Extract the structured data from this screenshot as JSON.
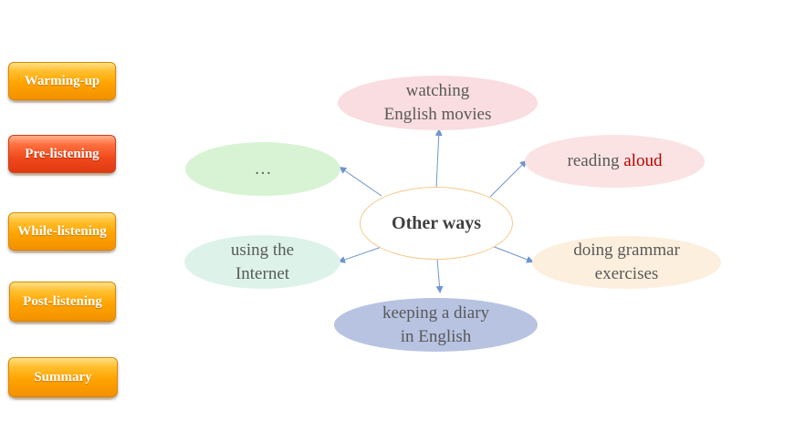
{
  "nav": {
    "items": [
      {
        "label": "Warming-up",
        "active": false
      },
      {
        "label": "Pre-listening",
        "active": true
      },
      {
        "label": "While-listening",
        "active": false
      },
      {
        "label": "Post-listening",
        "active": false
      },
      {
        "label": "Summary",
        "active": false
      }
    ]
  },
  "diagram": {
    "center": "Other ways",
    "nodes": {
      "top": {
        "line1": "watching",
        "line2": "English movies"
      },
      "right_upper": {
        "text": "reading ",
        "accent": "aloud"
      },
      "right_lower": {
        "line1": "doing grammar",
        "line2": "exercises"
      },
      "bottom": {
        "line1": "keeping a diary",
        "line2": "in English"
      },
      "left_lower": {
        "line1": "using the",
        "line2": "Internet"
      },
      "left_upper": {
        "text": "…"
      }
    },
    "colors": {
      "top": "#f9dde0",
      "right_upper": "#fbe3e3",
      "right_lower": "#fdefdd",
      "bottom": "#b7c3e1",
      "left_lower": "#ddf3ea",
      "left_upper": "#d8f3d3",
      "center_border": "#f5c98a",
      "arrow": "#6f95cf"
    }
  }
}
